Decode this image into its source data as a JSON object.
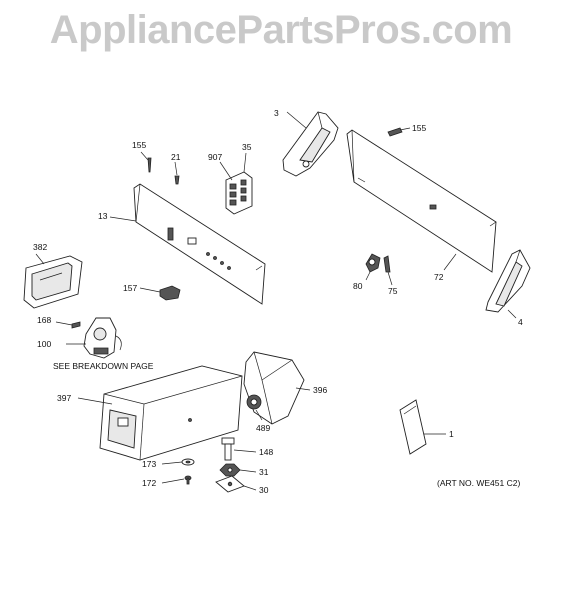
{
  "watermark": "AppliancePartsPros.com",
  "labels": {
    "p3": "3",
    "p155a": "155",
    "p155b": "155",
    "p21": "21",
    "p907": "907",
    "p35": "35",
    "p13": "13",
    "p382": "382",
    "p72": "72",
    "p80": "80",
    "p75": "75",
    "p4": "4",
    "p157": "157",
    "p168": "168",
    "p100": "100",
    "p397": "397",
    "p396": "396",
    "p489": "489",
    "p148": "148",
    "p173": "173",
    "p31": "31",
    "p172": "172",
    "p30": "30",
    "p1": "1"
  },
  "notes": {
    "breakdown": "SEE BREAKDOWN PAGE",
    "art_no": "(ART NO. WE451 C2)"
  }
}
